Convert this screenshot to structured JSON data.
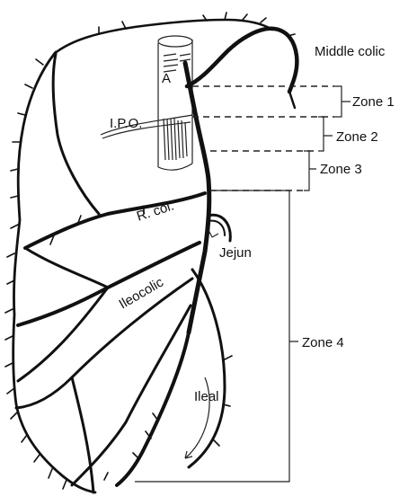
{
  "labels": {
    "middle_colic": "Middle colic",
    "a": "A",
    "ipo": "I.P.O.",
    "r_col": "R. col.",
    "jejun": "Jejun",
    "ileocolic": "Ileocolic",
    "ileal": "Ileal"
  },
  "zones": [
    {
      "label": "Zone 1"
    },
    {
      "label": "Zone 2"
    },
    {
      "label": "Zone 3"
    },
    {
      "label": "Zone 4"
    }
  ],
  "colors": {
    "ink": "#111111",
    "background": "#ffffff"
  }
}
